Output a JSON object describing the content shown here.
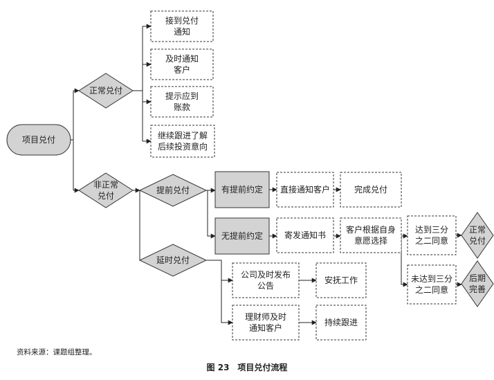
{
  "diagram": {
    "nodes": {
      "root": "项目兑付",
      "normal": "正常兑付",
      "abnormal": "非正常\n兑付",
      "n1": "接到兑付\n通知",
      "n2": "及时通知\n客户",
      "n3": "提示应到\n账款",
      "n4": "继续跟进了解\n后续投资意向",
      "early": "提前兑付",
      "delay": "延时兑付",
      "has_agreement": "有提前约定",
      "no_agreement": "无提前约定",
      "direct_notify": "直接通知客户",
      "complete": "完成兑付",
      "send_letter": "寄发通知书",
      "client_choice": "客户根据自身\n意愿选择",
      "reach": "达到三分\n之二同意",
      "not_reach": "未达到三分\n之二同意",
      "normal_pay": "正常\n兑付",
      "later": "后期\n完善",
      "company_notice": "公司及时发布\n公告",
      "pacify": "安抚工作",
      "planner_notify": "理财师及时\n通知客户",
      "follow_up": "持续跟进"
    }
  },
  "footer": {
    "source": "资料来源：课题组整理。",
    "caption": "图 23　项目兑付流程"
  }
}
